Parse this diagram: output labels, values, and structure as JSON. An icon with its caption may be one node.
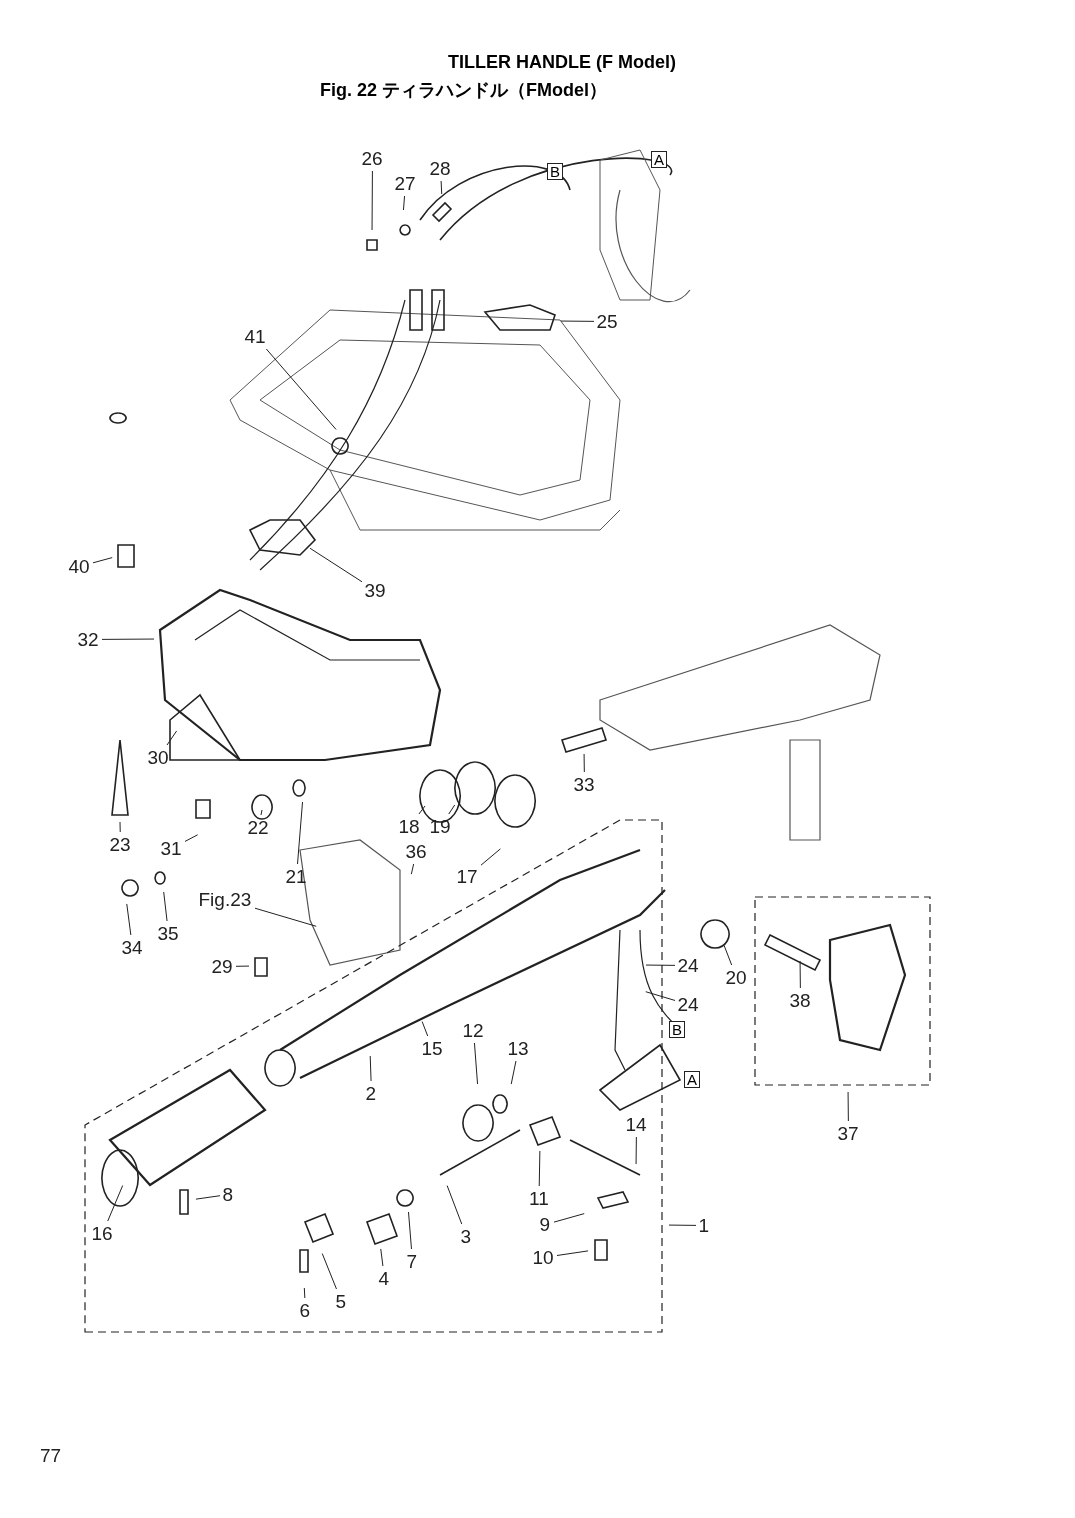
{
  "diagram": {
    "title": "TILLER HANDLE (F Model)",
    "nodes": [
      {
        "text": [
          "26"
        ]
      },
      {
        "text": [
          "27"
        ]
      },
      {
        "text": [
          "28"
        ]
      },
      {
        "text": [
          "25"
        ]
      },
      {
        "text": [
          "41"
        ]
      },
      {
        "text": [
          "40"
        ]
      },
      {
        "text": [
          "39"
        ]
      },
      {
        "text": [
          "32"
        ]
      },
      {
        "text": [
          "30"
        ]
      },
      {
        "text": [
          "33"
        ]
      },
      {
        "text": [
          "23"
        ]
      },
      {
        "text": [
          "31"
        ]
      },
      {
        "text": [
          "22"
        ]
      },
      {
        "text": [
          "18"
        ]
      },
      {
        "text": [
          "19"
        ]
      },
      {
        "text": [
          "21"
        ]
      },
      {
        "text": [
          "36"
        ]
      },
      {
        "text": [
          "17"
        ]
      },
      {
        "text": [
          "Fig.23"
        ]
      },
      {
        "text": [
          "34"
        ]
      },
      {
        "text": [
          "35"
        ]
      },
      {
        "text": [
          "29"
        ]
      },
      {
        "text": [
          "20"
        ]
      },
      {
        "text": [
          "24"
        ]
      },
      {
        "text": [
          "24"
        ]
      },
      {
        "text": [
          "38"
        ]
      },
      {
        "text": [
          "2"
        ]
      },
      {
        "text": [
          "15"
        ]
      },
      {
        "text": [
          "12"
        ]
      },
      {
        "text": [
          "13"
        ]
      },
      {
        "text": [
          "14"
        ]
      },
      {
        "text": [
          "37"
        ]
      },
      {
        "text": [
          "8"
        ]
      },
      {
        "text": [
          "16"
        ]
      },
      {
        "text": [
          "11"
        ]
      },
      {
        "text": [
          "9"
        ]
      },
      {
        "text": [
          "3"
        ]
      },
      {
        "text": [
          "1"
        ]
      },
      {
        "text": [
          "7"
        ]
      },
      {
        "text": [
          "10"
        ]
      },
      {
        "text": [
          "4"
        ]
      },
      {
        "text": [
          "6"
        ]
      },
      {
        "text": [
          "5"
        ]
      }
    ],
    "edges": [
      {
        "from": 0,
        "to": null,
        "arrow": "none"
      },
      {
        "from": 1,
        "to": null,
        "arrow": "none"
      },
      {
        "from": 2,
        "to": null,
        "arrow": "none"
      },
      {
        "from": 3,
        "to": null,
        "arrow": "none"
      },
      {
        "from": 4,
        "to": null,
        "arrow": "none"
      },
      {
        "from": 5,
        "to": null,
        "arrow": "none"
      },
      {
        "from": 6,
        "to": null,
        "arrow": "none"
      },
      {
        "from": 7,
        "to": null,
        "arrow": "none"
      },
      {
        "from": 8,
        "to": null,
        "arrow": "none"
      },
      {
        "from": 9,
        "to": null,
        "arrow": "none"
      },
      {
        "from": 10,
        "to": null,
        "arrow": "none"
      },
      {
        "from": 11,
        "to": null,
        "arrow": "none"
      },
      {
        "from": 12,
        "to": null,
        "arrow": "none"
      },
      {
        "from": 13,
        "to": null,
        "arrow": "none"
      },
      {
        "from": 14,
        "to": null,
        "arrow": "none"
      },
      {
        "from": 15,
        "to": null,
        "arrow": "none"
      },
      {
        "from": 16,
        "to": null,
        "arrow": "none"
      },
      {
        "from": 17,
        "to": null,
        "arrow": "none"
      },
      {
        "from": 18,
        "to": null,
        "arrow": "none"
      },
      {
        "from": 19,
        "to": null,
        "arrow": "none"
      },
      {
        "from": 20,
        "to": null,
        "arrow": "none"
      },
      {
        "from": 21,
        "to": null,
        "arrow": "none"
      },
      {
        "from": 22,
        "to": null,
        "arrow": "none"
      },
      {
        "from": 23,
        "to": null,
        "arrow": "none"
      },
      {
        "from": 24,
        "to": null,
        "arrow": "none"
      },
      {
        "from": 25,
        "to": null,
        "arrow": "none"
      },
      {
        "from": 26,
        "to": null,
        "arrow": "none"
      },
      {
        "from": 27,
        "to": null,
        "arrow": "none"
      },
      {
        "from": 28,
        "to": null,
        "arrow": "none"
      },
      {
        "from": 29,
        "to": null,
        "arrow": "none"
      },
      {
        "from": 30,
        "to": null,
        "arrow": "none"
      },
      {
        "from": 31,
        "to": null,
        "arrow": "none"
      },
      {
        "from": 32,
        "to": null,
        "arrow": "none"
      },
      {
        "from": 33,
        "to": null,
        "arrow": "none"
      },
      {
        "from": 34,
        "to": null,
        "arrow": "none"
      },
      {
        "from": 35,
        "to": null,
        "arrow": "none"
      },
      {
        "from": 36,
        "to": null,
        "arrow": "none"
      },
      {
        "from": 37,
        "to": null,
        "arrow": "none"
      },
      {
        "from": 38,
        "to": null,
        "arrow": "none"
      },
      {
        "from": 39,
        "to": null,
        "arrow": "none"
      },
      {
        "from": 40,
        "to": null,
        "arrow": "none"
      },
      {
        "from": 41,
        "to": null,
        "arrow": "none"
      },
      {
        "from": 42,
        "to": null,
        "arrow": "none"
      }
    ],
    "labels": [
      "Fig. 22 ティラハンドル（FModel）",
      "B",
      "A",
      "B",
      "A",
      "77"
    ]
  }
}
